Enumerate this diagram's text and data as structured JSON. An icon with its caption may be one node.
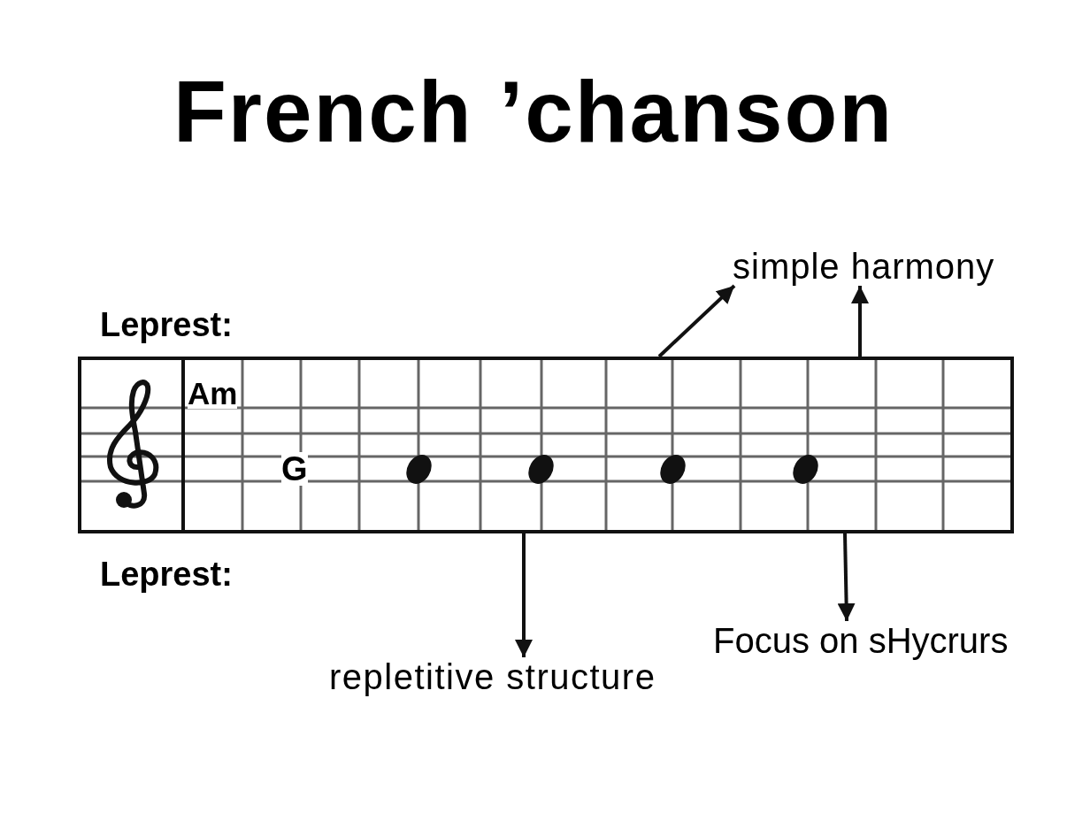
{
  "diagram": {
    "title": "French ’chanson",
    "nodes": [
      {
        "text": [
          "Am",
          "G"
        ],
        "beside": [
          "Leprest:",
          "Leprest:"
        ]
      },
      {
        "text": [
          "simple harmony"
        ]
      },
      {
        "text": [
          "repletitive structure"
        ]
      },
      {
        "text": [
          "Focus on sHycrurs"
        ]
      }
    ],
    "edges": [
      {
        "from": 0,
        "to": 1,
        "arrow": "to"
      },
      {
        "from": 0,
        "to": 1,
        "arrow": "to"
      },
      {
        "from": 0,
        "to": 2,
        "arrow": "to"
      },
      {
        "from": 0,
        "to": 3,
        "arrow": "to"
      }
    ]
  }
}
